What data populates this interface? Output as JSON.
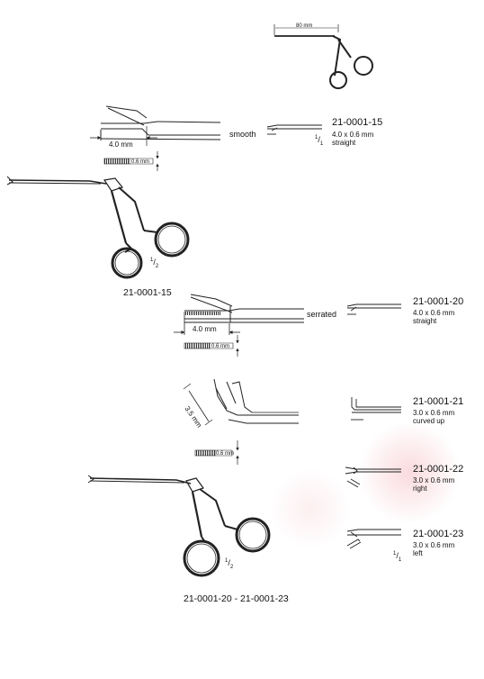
{
  "top_scale": {
    "label": "80 mm"
  },
  "products": [
    {
      "code": "21-0001-15",
      "size": "4.0 x 0.6 mm",
      "variant": "straight",
      "scale": "1",
      "scale_den": "1"
    },
    {
      "code": "21-0001-20",
      "size": "4.0 x 0.6 mm",
      "variant": "straight"
    },
    {
      "code": "21-0001-21",
      "size": "3.0 x 0.6 mm",
      "variant": "curved up"
    },
    {
      "code": "21-0001-22",
      "size": "3.0 x 0.6 mm",
      "variant": "right"
    },
    {
      "code": "21-0001-23",
      "size": "3.0 x 0.6 mm",
      "variant": "left",
      "scale": "1",
      "scale_den": "1"
    }
  ],
  "details": {
    "smooth": {
      "surface": "smooth",
      "length": "4.0 mm",
      "width": "0.6 mm"
    },
    "serrated": {
      "surface": "serrated",
      "length": "4.0 mm",
      "width": "0.6 mm"
    },
    "angled": {
      "length": "3.5 mm",
      "width": "0.6 mm"
    }
  },
  "instruments": [
    {
      "caption": "21-0001-15",
      "scale": "1",
      "scale_den": "2"
    },
    {
      "caption": "21-0001-20 - 21-0001-23",
      "scale": "1",
      "scale_den": "2"
    }
  ]
}
